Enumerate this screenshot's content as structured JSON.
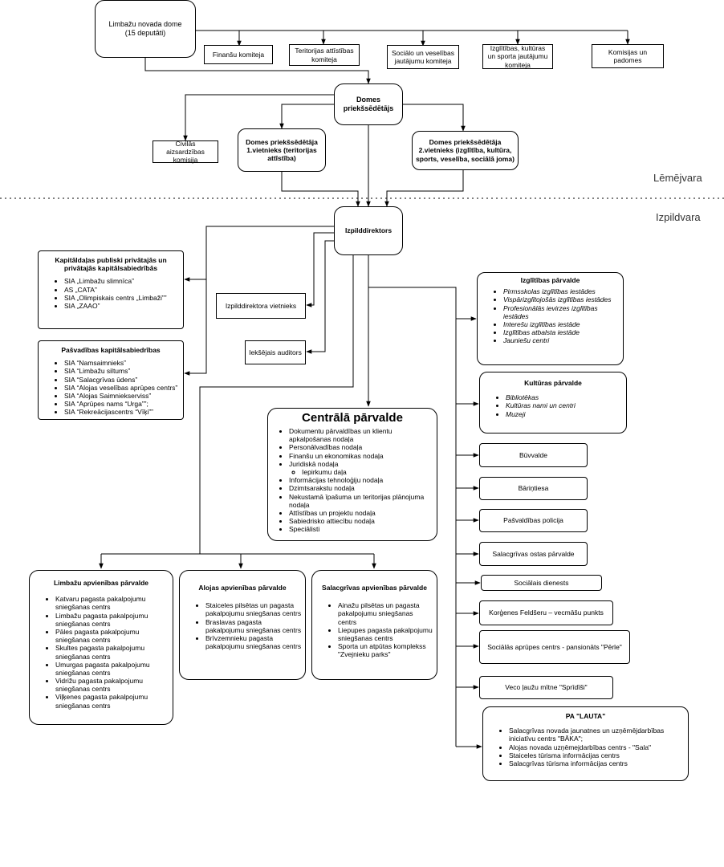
{
  "council": {
    "main": "Limbažu novada dome\n(15 deputāti)",
    "committees": [
      "Finanšu komiteja",
      "Teritorijas attīstības komiteja",
      "Sociālo un veselības jautājumu komiteja",
      "Izglītības, kultūras un sporta jautājumu komiteja",
      "Komisijas un padomes"
    ]
  },
  "chair": {
    "title": "Domes priekšsēdētājs",
    "civil": "Civilās aizsardzības komisija",
    "vice1": "Domes priekšsēdētāja 1.vietnieks (teritorijas attīstība)",
    "vice2": "Domes priekšsēdētāja 2.vietnieks (izglītība, kultūra, sports, veselība, sociālā joma)"
  },
  "labels": {
    "decision": "Lēmējvara",
    "executive": "Izpildvara"
  },
  "director": {
    "title": "Izpilddirektors",
    "deputies": "Izpilddirektora vietnieks",
    "auditor": "Iekšējais auditors"
  },
  "companies": {
    "ppp": {
      "title": "Kapitāldaļas publiski privātajās un privātajās kapitālsabiedrībās",
      "items": [
        "SIA „Limbažu slimnīca”",
        "AS „CATA”",
        "SIA „Olimpiskais centrs „Limbaži””",
        "SIA „ZAAO”"
      ]
    },
    "municipal": {
      "title": "Pašvadības kapitālsabiedrības",
      "items": [
        "SIA “Namsaimnieks”",
        "SIA “Limbažu siltums”",
        "SIA “Salacgrīvas ūdens”",
        "SIA “Alojas veselības aprūpes centrs”",
        "SIA “Alojas Saimniekserviss”",
        "SIA “Aprūpes nams “Urga””;",
        "SIA “Rekreācijascentrs “Vīķi””"
      ]
    }
  },
  "central": {
    "title": "Centrālā pārvalde",
    "items": [
      "Dokumentu pārvaldības un klientu apkalpošanas nodaļa",
      "Personālvadības nodaļa",
      "Finanšu un ekonomikas nodaļa",
      "Juridiskā nodaļa",
      "Informācijas tehnoloģiju nodaļa",
      "Dzimtsarakstu nodaļa",
      "Nekustamā īpašuma un teritorijas plānojuma nodaļa",
      "Attīstības un projektu nodaļa",
      "Sabiedrisko attiecību nodaļa",
      "Speciālisti"
    ],
    "sub": "Iepirkumu daļa"
  },
  "unions": {
    "limbazi": {
      "title": "Limbažu apvienības pārvalde",
      "items": [
        "Katvaru pagasta pakalpojumu sniegšanas centrs",
        "Limbažu pagasta pakalpojumu sniegšanas centrs",
        "Pāles pagasta pakalpojumu sniegšanas centrs",
        "Skultes pagasta pakalpojumu sniegšanas centrs",
        "Umurgas pagasta pakalpojumu sniegšanas centrs",
        "Vidrižu pagasta pakalpojumu sniegšanas centrs",
        "Viļķenes pagasta pakalpojumu sniegšanas centrs"
      ]
    },
    "aloja": {
      "title": "Alojas apvienības pārvalde",
      "items": [
        "Staiceles pilsētas un pagasta pakalpojumu sniegšanas centrs",
        "Braslavas pagasta pakalpojumu sniegšanas centrs",
        "Brīvzemnieku pagasta pakalpojumu sniegšanas centrs"
      ]
    },
    "salacgriva": {
      "title": "Salacgrīvas apvienības pārvalde",
      "items": [
        "Ainažu pilsētas un pagasta pakalpojumu sniegšanas centrs",
        "Liepupes pagasta pakalpojumu sniegšanas centrs",
        "Sporta un atpūtas komplekss \"Zvejnieku parks\""
      ]
    }
  },
  "right": {
    "education": {
      "title": "Izglītības pārvalde",
      "items": [
        "Pirmsskolas izglītības iestādes",
        "Vispārizglītojošās izglītības iestādes",
        "Profesionālās ievirzes izglītības iestādes",
        "Interešu izglītības iestāde",
        "Izglītības atbalsta iestāde",
        "Jauniešu centri"
      ]
    },
    "culture": {
      "title": "Kultūras pārvalde",
      "items": [
        "Bibliotēkas",
        "Kultūras nami un centri",
        "Muzeji"
      ]
    },
    "simple": [
      "Būvvalde",
      "Bāriņtiesa",
      "Pašvaldības policija",
      "Salacgrīvas ostas pārvalde",
      "Sociālais dienests",
      "Korģenes Feldšeru – vecmāšu punkts",
      "Sociālās aprūpes centrs - pansionāts \"Pērle\"",
      "Veco ļaužu mītne \"Sprīdīši\""
    ],
    "lauta": {
      "title": "PA \"LAUTA\"",
      "items": [
        "Salacgrīvas novada jaunatnes un uzņēmējdarbības iniciatīvu centrs \"BĀKA\";",
        "Alojas novada uzņēmejdarbības centrs -  \"Sala\"",
        "Staiceles tūrisma informācijas centrs",
        "Salacgrīvas tūrisma informācijas centrs"
      ]
    }
  }
}
